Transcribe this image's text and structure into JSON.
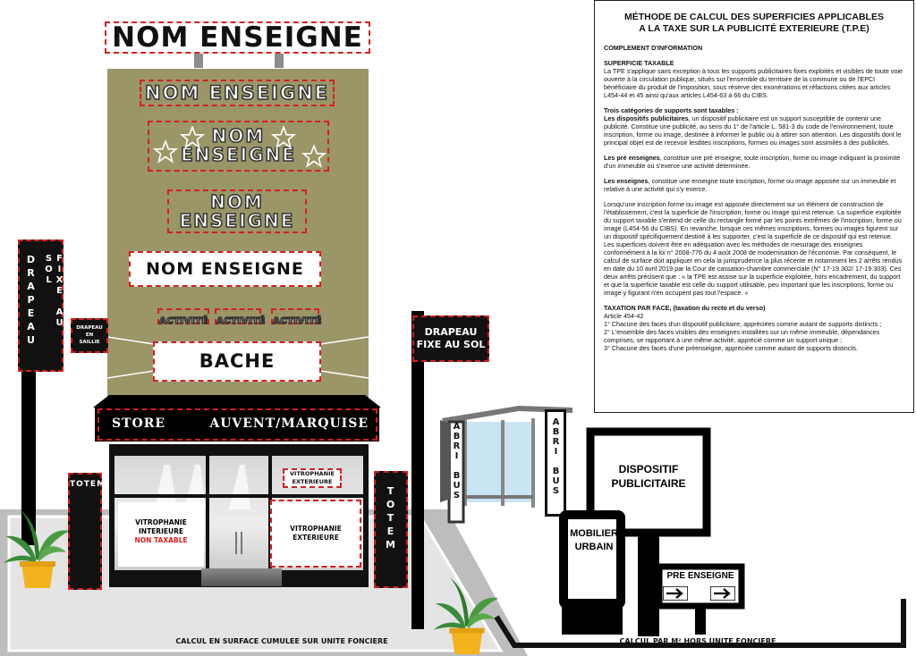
{
  "building": {
    "top_sign": "NOM ENSEIGNE",
    "sign_1": "NOM ENSEIGNE",
    "sign_2_line1": "NOM",
    "sign_2_line2": "ENSEIGNE",
    "sign_3_line1": "NOM",
    "sign_3_line2": "ENSEIGNE",
    "sign_4": "NOM ENSEIGNE",
    "activities": [
      "ACTIVITÉ",
      "ACTIVITÉ",
      "ACTIVITÉ"
    ],
    "banner": "BACHE",
    "store_left": "STORE",
    "store_right": "AUVENT/MARQUISE",
    "vitro_top_line1": "VITROPHANIE",
    "vitro_top_line2": "EXTERIEURE",
    "vitro_inside_line1": "VITROPHANIE",
    "vitro_inside_line2": "INTERIEURE",
    "vitro_inside_line3": "NON TAXABLE",
    "vitro_right_line1": "VITROPHANIE",
    "vitro_right_line2": "EXTERIEURE"
  },
  "left_pole": {
    "drapeau": "DRAPEAU",
    "fixe": "FIXE AU SOL"
  },
  "flag_projecting": {
    "line1": "DRAPEAU",
    "line2": "EN",
    "line3": "SAILLIE"
  },
  "totem_left": "TOTEM",
  "totem_right": "TOTEM",
  "drapeau_sol": {
    "line1": "DRAPEAU",
    "line2": "FIXE AU SOL"
  },
  "abribus": {
    "left": "ABRI BUS",
    "right": "ABRI BUS"
  },
  "dispositif": {
    "line1": "DISPOSITIF",
    "line2": "PUBLICITAIRE"
  },
  "mobilier": {
    "line1": "MOBILIER",
    "line2": "URBAIN"
  },
  "pre_enseigne": {
    "label": "PRE ENSEIGNE"
  },
  "calc_left": "CALCUL EN SURFACE CUMULEE SUR UNITE FONCIERE",
  "calc_right": "CALCUL PAR M² HORS UNITE FONCIERE",
  "info": {
    "title_line1": "MÉTHODE DE CALCUL DES SUPERFICIES APPLICABLES",
    "title_line2": "A LA TAXE SUR LA PUBLICITÉ EXTERIEURE (T.P.E)",
    "complement": "COMPLEMENT D'INFORMATION",
    "s1_title": "SUPERFICIE TAXABLE",
    "s1_p1": "La TPE s'applique sans exception à tous les supports publicitaires fixes exploités et visibles de toute voie ouverte à la circulation publique, situés sur l'ensemble du territoire de la commune ou de l'EPCI bénéficiaire du produit de l'imposition, sous réserve des exonérations et réfactions citées aux articles L454-44 et 45 ainsi qu'aux articles L454-63 à 66 du CIBS.",
    "s2_title": "Trois catégories de supports sont taxables :",
    "s2_b1": "Les dispositifs publicitaires",
    "s2_t1": ", un dispositif publicitaire est un support susceptible de contenir une publicité. Constitue une publicité, au sens du 1° de l'article L. 581-3 du code de l'environnement, toute inscription, forme ou image, destinée à informer le public ou à attirer son attention. Les dispositifs dont le principal objet est de recevoir lesdites inscriptions, formes ou images sont assimilés à des publicités.",
    "s2_b2": "Les pré enseignes",
    "s2_t2": ", constitue une pré enseigne, toute inscription, forme ou image indiquant la proximité d'un immeuble où s'exerce une activité déterminée.",
    "s2_b3": "Les enseignes",
    "s2_t3": ", constitue une enseigne toute inscription, forme ou image apposée sur un immeuble et relative à une activité qui s'y exerce.",
    "s3_p1": "Lorsqu'une inscription forme ou image est apposée directement sur un élément de construction de l'établissement, c'est la superficie de l'inscription, forme ou image qui est retenue. La superficie exploitée du support taxable s'entend de celle du rectangle formé par les points extrêmes de l'inscription, forme ou image (L454-56 du CIBS). En revanche, lorsque ces mêmes inscriptions, formes ou images figurent sur un dispositif spécifiquement destiné à les supporter, c'est la superficie de ce dispositif qui est retenue. Les superficies doivent être en adéquation avec les méthodes de mesurage des enseignes conformément à la loi n° 2008-776 du 4 août 2008 de modernisation de l'économie. Par conséquent, le calcul de surface doit appliquer en cela la jurisprudence la plus récente et notamment les 2 arrêts rendus en date du 10 avril 2019 par la Cour de cassation-chambre commerciale (N° 17-19.302/ 17-19.303). Ces deux arrêts précisent que : « la TPE est assise sur la superficie exploitée, hors encadrement, du support et que la superficie taxable est celle du support utilisable, peu important que les inscriptions, forme ou image y figurant n'en occupent pas tout l'espace. »",
    "s4_title": "TAXATION PAR FACE, (taxation du recto et du verso)",
    "s4_article": "Article 454-42",
    "s4_l1": "1° Chacune des faces d'un dispositif publicitaire, appréciées comme autant de supports distincts ;",
    "s4_l2": "2° L'ensemble des faces visibles des enseignes installées sur un même immeuble, dépendances comprises, se rapportant à une même activité, apprécié comme un support unique ;",
    "s4_l3": "3° Chacune des faces d'une préenseigne, appréciée comme autant de supports distincts."
  }
}
